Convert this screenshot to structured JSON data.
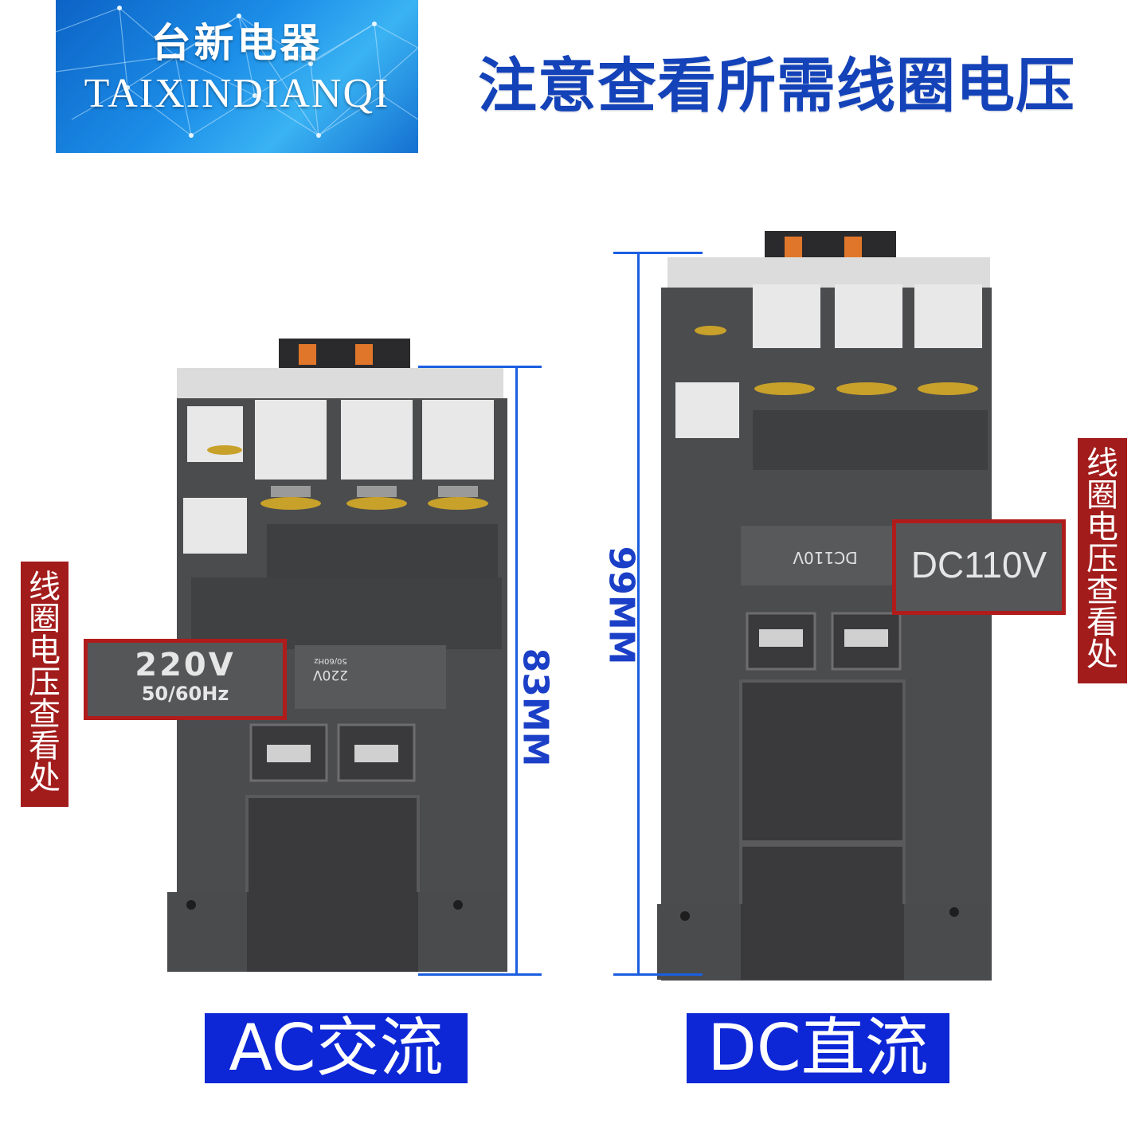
{
  "brand": {
    "name_cn": "台新电器",
    "name_en": "TAIXINDIANQI"
  },
  "headline": "注意查看所需线圈电压",
  "left_product": {
    "tag_chars": [
      "线",
      "圈",
      "电",
      "压",
      "查",
      "看",
      "处"
    ],
    "callout_voltage": "220V",
    "callout_frequency": "50/60Hz",
    "dimension": "83MM",
    "mode_label": "AC交流",
    "coil_print_line1": "220V",
    "coil_print_line2": "50/60Hz"
  },
  "right_product": {
    "tag_chars": [
      "线",
      "圈",
      "电",
      "压",
      "查",
      "看",
      "处"
    ],
    "callout_voltage": "DC110V",
    "dimension": "99MM",
    "mode_label": "DC直流",
    "coil_print": "DC110V"
  },
  "colors": {
    "brand_blue": "#1442b8",
    "dimension_blue": "#1b5ee0",
    "tag_red": "#a31c1c",
    "label_blue": "#0d27d6",
    "body_gray": "#4b4c4e"
  }
}
